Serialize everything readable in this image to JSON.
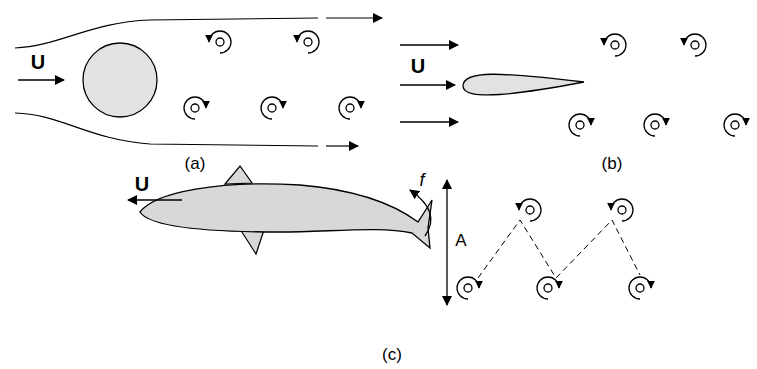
{
  "diagram": {
    "labels": [
      "U",
      "U",
      "(a)",
      "(b)",
      "U",
      "f",
      "A",
      "(c)"
    ]
  }
}
